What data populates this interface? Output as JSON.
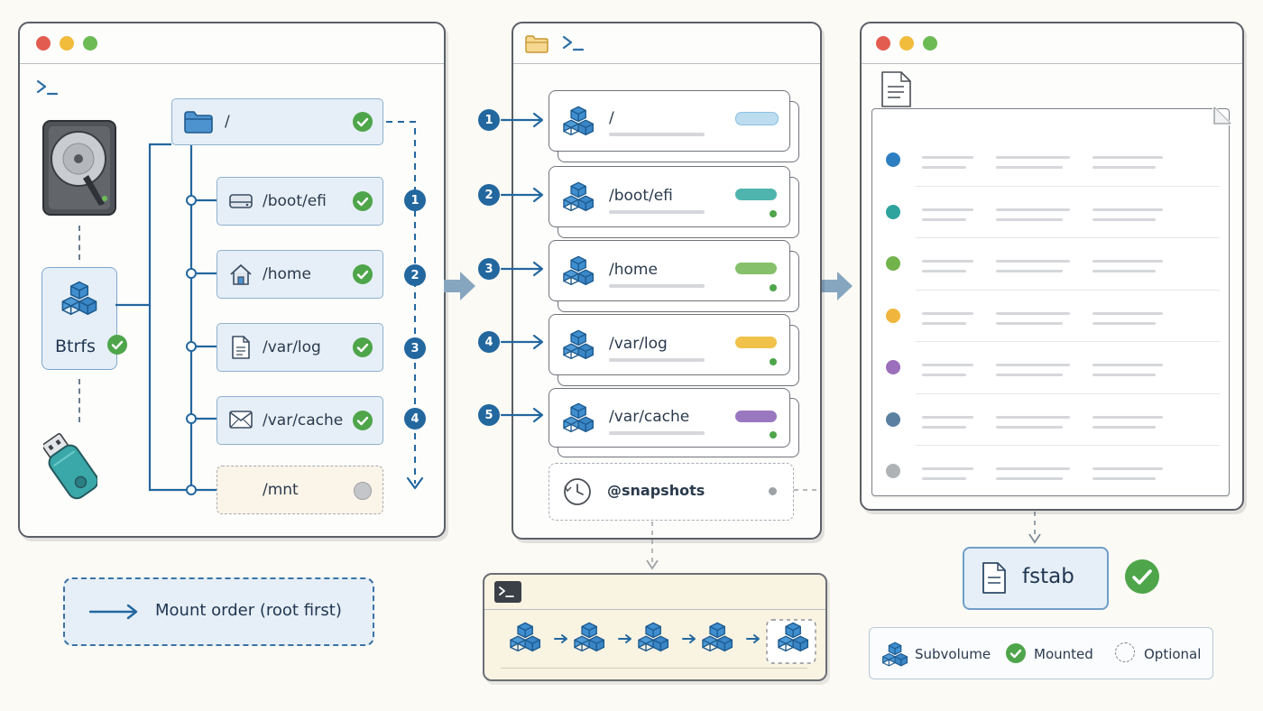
{
  "left_window": {
    "root": {
      "label": "/"
    },
    "mounts": [
      {
        "label": "/boot/efi",
        "icon": "drive-icon",
        "step": "1"
      },
      {
        "label": "/home",
        "icon": "home-icon",
        "step": "2"
      },
      {
        "label": "/var/log",
        "icon": "document-icon",
        "step": "3"
      },
      {
        "label": "/var/cache",
        "icon": "mail-icon",
        "step": "4"
      }
    ],
    "optional": {
      "label": "/mnt"
    },
    "filesystem": {
      "label": "Btrfs"
    }
  },
  "middle_window": {
    "subvolumes": [
      {
        "num": "1",
        "label": "/",
        "color": "#bcdcf0"
      },
      {
        "num": "2",
        "label": "/boot/efi",
        "color": "#4fb4ae"
      },
      {
        "num": "3",
        "label": "/home",
        "color": "#86c06a"
      },
      {
        "num": "4",
        "label": "/var/log",
        "color": "#f0c24a"
      },
      {
        "num": "5",
        "label": "/var/cache",
        "color": "#9a78c0"
      }
    ],
    "snapshots": {
      "label": "@snapshots"
    }
  },
  "right_window": {
    "row_colors": [
      "#2d7fc2",
      "#2ea39d",
      "#72b34c",
      "#f0b53d",
      "#9b6fbc",
      "#5a7fa0",
      "#b0b3b6"
    ]
  },
  "fstab": {
    "label": "fstab"
  },
  "legend_mount": {
    "label": "Mount order (root first)"
  },
  "legend_types": {
    "subvolume": "Subvolume",
    "mounted": "Mounted",
    "optional": "Optional"
  },
  "colors": {
    "accent": "#23679f",
    "check": "#4ea54a",
    "node_fill": "#e6eff7"
  }
}
